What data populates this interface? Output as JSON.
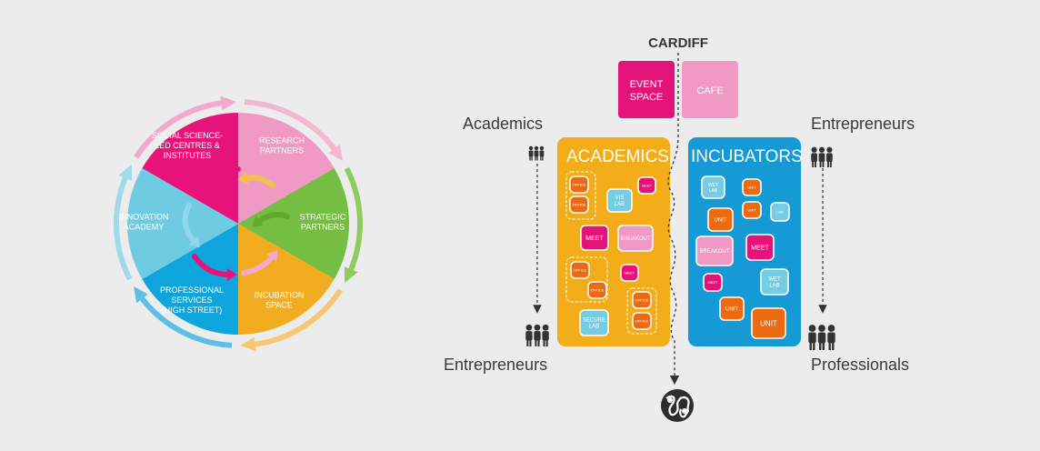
{
  "wheel": {
    "segments": [
      {
        "id": "social",
        "lines": [
          "SOCIAL SCIENCE-",
          "LED CENTRES &",
          "INSTITUTES"
        ],
        "color": "#e8137a"
      },
      {
        "id": "research",
        "lines": [
          "RESEARCH",
          "PARTNERS"
        ],
        "color": "#ef99c4"
      },
      {
        "id": "strategic",
        "lines": [
          "STRATEGIC",
          "PARTNERS"
        ],
        "color": "#76bd43"
      },
      {
        "id": "incubation",
        "lines": [
          "INCUBATION",
          "SPACE"
        ],
        "color": "#f1ac1f"
      },
      {
        "id": "professional",
        "lines": [
          "PROFESSIONAL",
          "SERVICES",
          "(HIGH STREET)"
        ],
        "color": "#0ea5dd"
      },
      {
        "id": "innovation",
        "lines": [
          "INNOVATION",
          "ACADEMY"
        ],
        "color": "#6fcbe2"
      }
    ]
  },
  "map": {
    "city": "CARDIFF",
    "event_space": [
      "EVENT",
      "SPACE"
    ],
    "cafe": "CAFE",
    "academics_box": {
      "title": "ACADEMICS",
      "rooms": {
        "office": "OFFICE",
        "vis_lab": [
          "VIS",
          "LAB"
        ],
        "meet": "MEET",
        "breakout": "BREAKOUT",
        "secure_lab": [
          "SECURE",
          "LAB"
        ]
      }
    },
    "incubators_box": {
      "title": "INCUBATORS",
      "rooms": {
        "wet_lab": [
          "WET",
          "LAB"
        ],
        "unit": "UNIT",
        "lab": "LAB",
        "meet": "MEET",
        "breakout": "BREAKOUT"
      }
    },
    "left_top": "Academics",
    "left_bottom": "Entrepreneurs",
    "right_top": "Entrepreneurs",
    "right_bottom": "Professionals"
  },
  "colors": {
    "academics": "#f2ad18",
    "incubators": "#159ad6",
    "magenta": "#e3137a",
    "pink": "#ef99c4",
    "orange": "#ec6a12",
    "light_blue": "#74cde4"
  },
  "icons": [
    "people-icon",
    "globe-icon",
    "arrow-icon"
  ]
}
